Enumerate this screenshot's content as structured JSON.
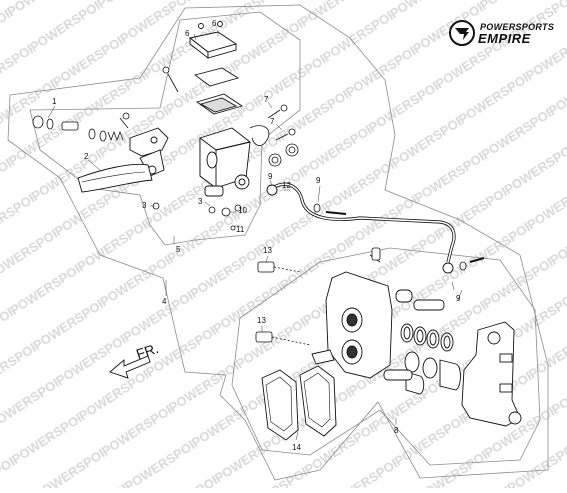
{
  "brand": {
    "line1": "POWERSPORTS",
    "line2": "EMPIRE",
    "watermark": "POWERSPORTS EMPIRE",
    "logo_icon": "empire-emblem-icon"
  },
  "direction_label": "FR.",
  "callouts": [
    {
      "id": "c1",
      "text": "1"
    },
    {
      "id": "c2",
      "text": "2"
    },
    {
      "id": "c3a",
      "text": "3"
    },
    {
      "id": "c3b",
      "text": "3"
    },
    {
      "id": "c4",
      "text": "4"
    },
    {
      "id": "c5",
      "text": "5"
    },
    {
      "id": "c6a",
      "text": "6"
    },
    {
      "id": "c6b",
      "text": "6"
    },
    {
      "id": "c7a",
      "text": "7"
    },
    {
      "id": "c7b",
      "text": "7"
    },
    {
      "id": "c8",
      "text": "8"
    },
    {
      "id": "c9a",
      "text": "9"
    },
    {
      "id": "c9b",
      "text": "9"
    },
    {
      "id": "c9c",
      "text": "9"
    },
    {
      "id": "c10",
      "text": "10"
    },
    {
      "id": "c11",
      "text": "11"
    },
    {
      "id": "c12",
      "text": "12"
    },
    {
      "id": "c13a",
      "text": "13"
    },
    {
      "id": "c13b",
      "text": "13"
    },
    {
      "id": "c14",
      "text": "14"
    }
  ]
}
